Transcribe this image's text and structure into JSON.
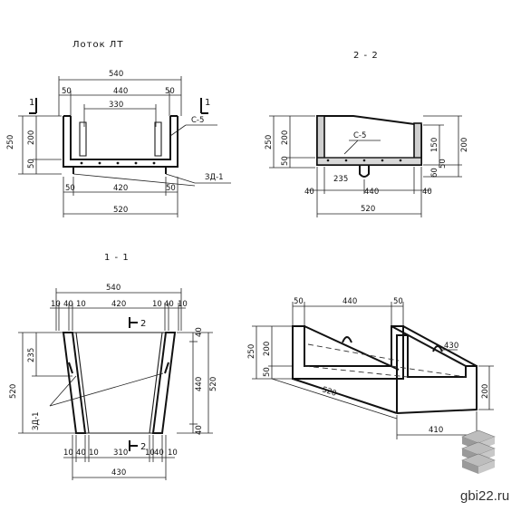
{
  "title": "Лоток ЛТ",
  "views": {
    "front": {
      "dims": [
        "540",
        "50",
        "440",
        "50",
        "330",
        "250",
        "200",
        "50",
        "50",
        "420",
        "50",
        "520"
      ],
      "callouts": [
        "С-5",
        "ЗД-1"
      ],
      "section_mark": "1"
    },
    "section_22": {
      "label": "2 - 2",
      "dims": [
        "250",
        "200",
        "50",
        "150",
        "200",
        "60",
        "50",
        "40",
        "235",
        "440",
        "40",
        "520"
      ],
      "callouts": [
        "С-5"
      ]
    },
    "section_11": {
      "label": "1 - 1",
      "dims": [
        "540",
        "10",
        "40",
        "10",
        "420",
        "10",
        "40",
        "10",
        "235",
        "520",
        "440",
        "520",
        "40",
        "40",
        "10",
        "40",
        "10",
        "310",
        "10",
        "40",
        "10",
        "430"
      ],
      "callouts": [
        "ЗД-1"
      ],
      "section_mark": "2"
    },
    "iso": {
      "dims": [
        "50",
        "440",
        "50",
        "250",
        "200",
        "50",
        "430",
        "520",
        "200",
        "410"
      ]
    }
  },
  "watermark": "gbi22.ru"
}
